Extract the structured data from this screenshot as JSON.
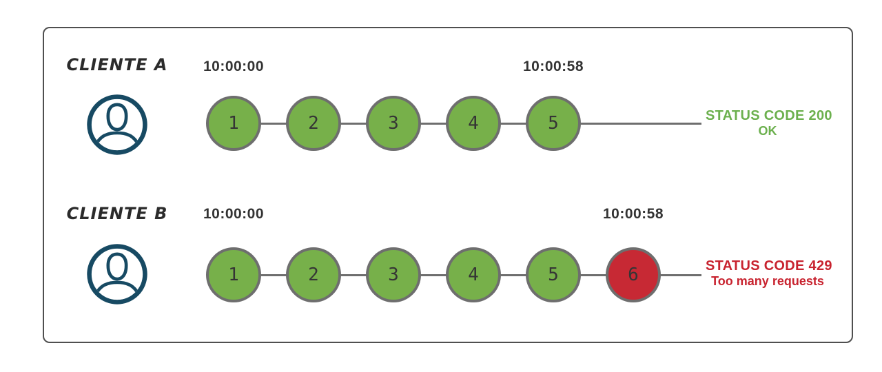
{
  "diagram": {
    "rows": [
      {
        "client_label": "CLIENTE A",
        "avatar_icon": "user-avatar-icon",
        "start_time": "10:00:00",
        "end_time": "10:00:58",
        "requests": [
          {
            "label": "1",
            "status": "ok"
          },
          {
            "label": "2",
            "status": "ok"
          },
          {
            "label": "3",
            "status": "ok"
          },
          {
            "label": "4",
            "status": "ok"
          },
          {
            "label": "5",
            "status": "ok"
          }
        ],
        "status_code_line": "STATUS CODE 200",
        "status_message_line": "OK",
        "status_text_color": "#6cb04e"
      },
      {
        "client_label": "CLIENTE B",
        "avatar_icon": "user-avatar-icon",
        "start_time": "10:00:00",
        "end_time": "10:00:58",
        "requests": [
          {
            "label": "1",
            "status": "ok"
          },
          {
            "label": "2",
            "status": "ok"
          },
          {
            "label": "3",
            "status": "ok"
          },
          {
            "label": "4",
            "status": "ok"
          },
          {
            "label": "5",
            "status": "ok"
          },
          {
            "label": "6",
            "status": "blocked"
          }
        ],
        "status_code_line": "STATUS CODE 429",
        "status_message_line": "Too many requests",
        "status_text_color": "#c8232f"
      }
    ],
    "colors": {
      "request_ok_fill": "#77b04a",
      "request_blocked_fill": "#c72934",
      "circle_border": "#6e6e6e",
      "timeline_line": "#6e6e6e",
      "avatar_stroke": "#174a63",
      "frame_border": "#4f4f4f",
      "timestamp_text": "#333333",
      "client_label_text": "#2b2b2b"
    }
  }
}
